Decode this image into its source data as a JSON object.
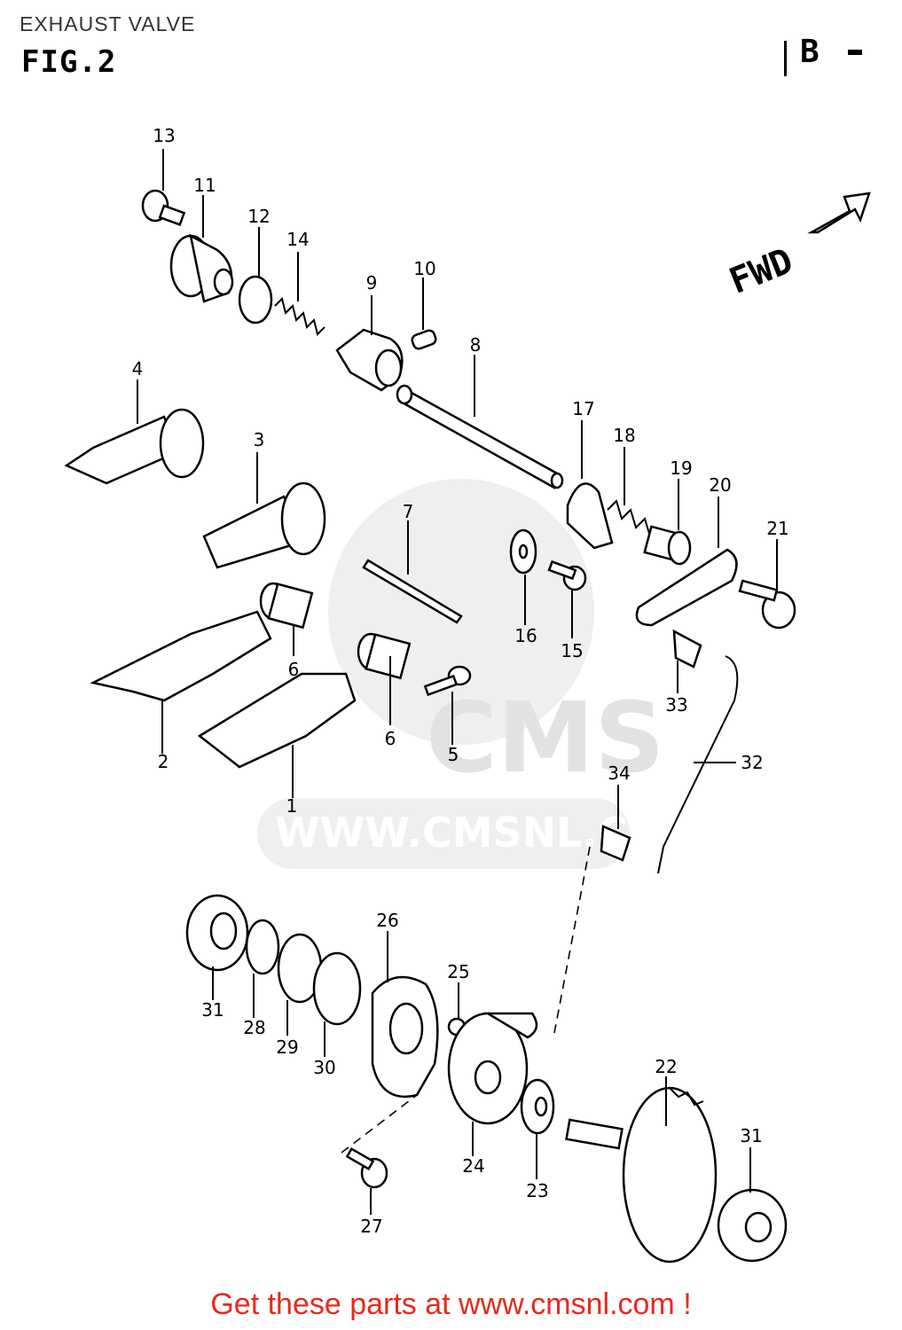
{
  "header": {
    "title": "EXHAUST VALVE",
    "figure": "FIG.2",
    "section_tag": "B"
  },
  "direction": {
    "label": "FWD"
  },
  "watermark": {
    "brand": "CMS",
    "url": "WWW.CMSNL.COM"
  },
  "footer": {
    "text": "Get these parts at www.cmsnl.com !",
    "color": "#e8291c"
  },
  "callouts": [
    "1",
    "2",
    "3",
    "4",
    "5",
    "6",
    "6",
    "7",
    "8",
    "9",
    "10",
    "11",
    "12",
    "13",
    "14",
    "15",
    "16",
    "17",
    "18",
    "19",
    "20",
    "21",
    "22",
    "23",
    "24",
    "25",
    "26",
    "27",
    "28",
    "29",
    "30",
    "31",
    "31",
    "32",
    "33",
    "34"
  ]
}
